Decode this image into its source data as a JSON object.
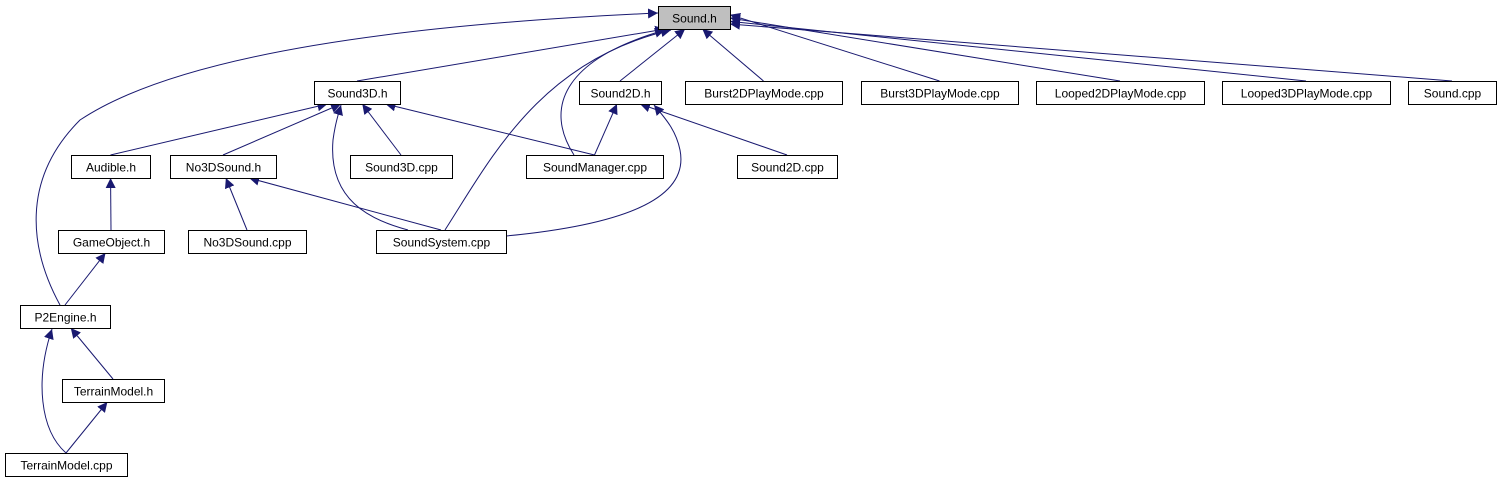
{
  "colors": {
    "edge": "#191970",
    "node_border": "#000000",
    "node_fill": "#ffffff",
    "root_fill": "#bfbfbf"
  },
  "nodes": {
    "sound_h": "Sound.h",
    "sound3d_h": "Sound3D.h",
    "sound2d_h": "Sound2D.h",
    "burst2d_cpp": "Burst2DPlayMode.cpp",
    "burst3d_cpp": "Burst3DPlayMode.cpp",
    "looped2d_cpp": "Looped2DPlayMode.cpp",
    "looped3d_cpp": "Looped3DPlayMode.cpp",
    "sound_cpp": "Sound.cpp",
    "audible_h": "Audible.h",
    "no3dsound_h": "No3DSound.h",
    "sound3d_cpp": "Sound3D.cpp",
    "soundmanager_cpp": "SoundManager.cpp",
    "sound2d_cpp": "Sound2D.cpp",
    "gameobject_h": "GameObject.h",
    "no3dsound_cpp": "No3DSound.cpp",
    "soundsystem_cpp": "SoundSystem.cpp",
    "p2engine_h": "P2Engine.h",
    "terrainmodel_h": "TerrainModel.h",
    "terrainmodel_cpp": "TerrainModel.cpp"
  },
  "edges": [
    [
      "sound3d_h",
      "sound_h"
    ],
    [
      "sound2d_h",
      "sound_h"
    ],
    [
      "burst2d_cpp",
      "sound_h"
    ],
    [
      "burst3d_cpp",
      "sound_h"
    ],
    [
      "looped2d_cpp",
      "sound_h"
    ],
    [
      "looped3d_cpp",
      "sound_h"
    ],
    [
      "sound_cpp",
      "sound_h"
    ],
    [
      "soundmanager_cpp",
      "sound_h"
    ],
    [
      "soundsystem_cpp",
      "sound_h"
    ],
    [
      "p2engine_h",
      "sound_h"
    ],
    [
      "audible_h",
      "sound3d_h"
    ],
    [
      "no3dsound_h",
      "sound3d_h"
    ],
    [
      "sound3d_cpp",
      "sound3d_h"
    ],
    [
      "soundmanager_cpp",
      "sound3d_h"
    ],
    [
      "soundsystem_cpp",
      "sound3d_h"
    ],
    [
      "soundmanager_cpp",
      "sound2d_h"
    ],
    [
      "sound2d_cpp",
      "sound2d_h"
    ],
    [
      "soundsystem_cpp",
      "sound2d_h"
    ],
    [
      "gameobject_h",
      "audible_h"
    ],
    [
      "no3dsound_cpp",
      "no3dsound_h"
    ],
    [
      "soundsystem_cpp",
      "no3dsound_h"
    ],
    [
      "p2engine_h",
      "gameobject_h"
    ],
    [
      "terrainmodel_h",
      "p2engine_h"
    ],
    [
      "terrainmodel_cpp",
      "p2engine_h"
    ],
    [
      "terrainmodel_cpp",
      "terrainmodel_h"
    ]
  ]
}
